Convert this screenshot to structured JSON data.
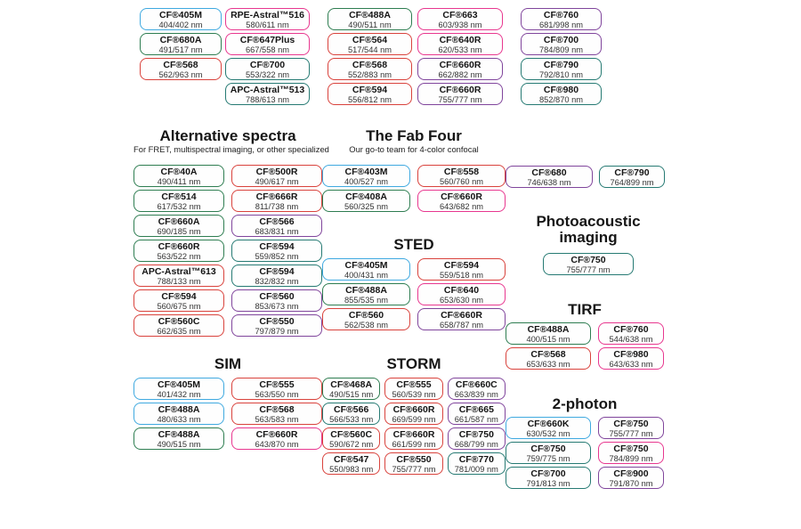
{
  "colors": {
    "blue": "#3fa9e0",
    "green": "#2e7d51",
    "teal": "#267a73",
    "red": "#d9423c",
    "pink": "#e8378f",
    "purple": "#80459c"
  },
  "sections": {
    "alt": {
      "title": "Alternative spectra",
      "subtitle": "For FRET, multispectral imaging, or other specialized"
    },
    "fabfour": {
      "title": "The Fab Four",
      "subtitle": "Our go-to team for 4-color confocal"
    },
    "sted": {
      "title": "STED"
    },
    "sim": {
      "title": "SIM"
    },
    "storm": {
      "title": "STORM"
    },
    "photo": {
      "title": "Photoacoustic imaging"
    },
    "tirf": {
      "title": "TIRF"
    },
    "twophoton": {
      "title": "2-photon"
    }
  },
  "groups": {
    "top_a": [
      {
        "name": "CF®405M",
        "value": "404/402 nm",
        "color": "blue"
      },
      {
        "name": "CF®680A",
        "value": "491/517 nm",
        "color": "green"
      },
      {
        "name": "CF®568",
        "value": "562/963 nm",
        "color": "red"
      }
    ],
    "top_b": [
      {
        "name": "RPE-Astral™516",
        "value": "580/611 nm",
        "color": "pink"
      },
      {
        "name": "CF®647Plus",
        "value": "667/558 nm",
        "color": "pink"
      },
      {
        "name": "CF®700",
        "value": "553/322 nm",
        "color": "teal"
      },
      {
        "name": "APC-Astral™513",
        "value": "788/613 nm",
        "color": "teal"
      }
    ],
    "top_c": [
      {
        "name": "CF®488A",
        "value": "490/511 nm",
        "color": "green"
      },
      {
        "name": "CF®564",
        "value": "517/544 nm",
        "color": "red"
      },
      {
        "name": "CF®568",
        "value": "552/883 nm",
        "color": "red"
      },
      {
        "name": "CF®594",
        "value": "556/812 nm",
        "color": "red"
      }
    ],
    "top_d": [
      {
        "name": "CF®663",
        "value": "603/938 nm",
        "color": "pink"
      },
      {
        "name": "CF®640R",
        "value": "620/533 nm",
        "color": "pink"
      },
      {
        "name": "CF®660R",
        "value": "662/882 nm",
        "color": "purple"
      },
      {
        "name": "CF®660R",
        "value": "755/777 nm",
        "color": "purple"
      }
    ],
    "top_e": [
      {
        "name": "CF®760",
        "value": "681/998 nm",
        "color": "purple"
      },
      {
        "name": "CF®700",
        "value": "784/809 nm",
        "color": "purple"
      },
      {
        "name": "CF®790",
        "value": "792/810 nm",
        "color": "teal"
      },
      {
        "name": "CF®980",
        "value": "852/870 nm",
        "color": "teal"
      }
    ],
    "alt": [
      {
        "name": "CF®40A",
        "value": "490/411 nm",
        "color": "green"
      },
      {
        "name": "CF®500R",
        "value": "490/617 nm",
        "color": "red"
      },
      {
        "name": "CF®514",
        "value": "617/532 nm",
        "color": "green"
      },
      {
        "name": "CF®666R",
        "value": "811/738 nm",
        "color": "red"
      },
      {
        "name": "CF®660A",
        "value": "690/185 nm",
        "color": "green"
      },
      {
        "name": "CF®566",
        "value": "683/831 nm",
        "color": "purple"
      },
      {
        "name": "CF®660R",
        "value": "563/522 nm",
        "color": "green"
      },
      {
        "name": "CF®594",
        "value": "559/852 nm",
        "color": "teal"
      },
      {
        "name": "APC-Astral™613",
        "value": "788/133 nm",
        "color": "red"
      },
      {
        "name": "CF®594",
        "value": "832/832 nm",
        "color": "teal"
      },
      {
        "name": "CF®594",
        "value": "560/675 nm",
        "color": "red"
      },
      {
        "name": "CF®560",
        "value": "853/673 nm",
        "color": "purple"
      },
      {
        "name": "CF®560C",
        "value": "662/635 nm",
        "color": "red"
      },
      {
        "name": "CF®550",
        "value": "797/879 nm",
        "color": "purple"
      }
    ],
    "fabfour": [
      {
        "name": "CF®403M",
        "value": "400/527 nm",
        "color": "blue"
      },
      {
        "name": "CF®558",
        "value": "560/760 nm",
        "color": "red"
      },
      {
        "name": "CF®408A",
        "value": "560/325 nm",
        "color": "green"
      },
      {
        "name": "CF®660R",
        "value": "643/682 nm",
        "color": "pink"
      }
    ],
    "sted": [
      {
        "name": "CF®405M",
        "value": "400/431 nm",
        "color": "blue"
      },
      {
        "name": "CF®594",
        "value": "559/518 nm",
        "color": "red"
      },
      {
        "name": "CF®488A",
        "value": "855/535 nm",
        "color": "green"
      },
      {
        "name": "CF®640",
        "value": "653/630 nm",
        "color": "pink"
      },
      {
        "name": "CF®560",
        "value": "562/538 nm",
        "color": "red"
      },
      {
        "name": "CF®660R",
        "value": "658/787 nm",
        "color": "purple"
      }
    ],
    "sim": [
      {
        "name": "CF®405M",
        "value": "401/432 nm",
        "color": "blue"
      },
      {
        "name": "CF®555",
        "value": "563/550 nm",
        "color": "red"
      },
      {
        "name": "CF®488A",
        "value": "480/633 nm",
        "color": "blue"
      },
      {
        "name": "CF®568",
        "value": "563/583 nm",
        "color": "red"
      },
      {
        "name": "CF®488A",
        "value": "490/515 nm",
        "color": "green"
      },
      {
        "name": "CF®660R",
        "value": "643/870 nm",
        "color": "pink"
      }
    ],
    "storm": [
      {
        "name": "CF®468A",
        "value": "490/515 nm",
        "color": "green"
      },
      {
        "name": "CF®555",
        "value": "560/539 nm",
        "color": "red"
      },
      {
        "name": "CF®660C",
        "value": "663/839 nm",
        "color": "purple"
      },
      {
        "name": "CF®566",
        "value": "566/533 nm",
        "color": "teal"
      },
      {
        "name": "CF®660R",
        "value": "669/599 nm",
        "color": "red"
      },
      {
        "name": "CF®665",
        "value": "661/587 nm",
        "color": "purple"
      },
      {
        "name": "CF®560C",
        "value": "590/672 nm",
        "color": "red"
      },
      {
        "name": "CF®660R",
        "value": "661/599 nm",
        "color": "red"
      },
      {
        "name": "CF®750",
        "value": "668/799 nm",
        "color": "purple"
      },
      {
        "name": "CF®547",
        "value": "550/983 nm",
        "color": "red"
      },
      {
        "name": "CF®550",
        "value": "755/777 nm",
        "color": "red"
      },
      {
        "name": "CF®770",
        "value": "781/009 nm",
        "color": "teal"
      }
    ],
    "pair": [
      {
        "name": "CF®680",
        "value": "746/638 nm",
        "color": "purple"
      },
      {
        "name": "CF®790",
        "value": "764/899 nm",
        "color": "teal"
      }
    ],
    "photo": [
      {
        "name": "CF®750",
        "value": "755/777 nm",
        "color": "teal"
      }
    ],
    "tirf": [
      {
        "name": "CF®488A",
        "value": "400/515 nm",
        "color": "green"
      },
      {
        "name": "CF®760",
        "value": "544/638 nm",
        "color": "pink"
      },
      {
        "name": "CF®568",
        "value": "653/633 nm",
        "color": "red"
      },
      {
        "name": "CF®980",
        "value": "643/633 nm",
        "color": "pink"
      }
    ],
    "twophoton": [
      {
        "name": "CF®660K",
        "value": "630/532 nm",
        "color": "blue"
      },
      {
        "name": "CF®750",
        "value": "755/777 nm",
        "color": "purple"
      },
      {
        "name": "CF®750",
        "value": "759/775 nm",
        "color": "teal"
      },
      {
        "name": "CF®750",
        "value": "784/899 nm",
        "color": "pink"
      },
      {
        "name": "CF®700",
        "value": "791/813 nm",
        "color": "teal"
      },
      {
        "name": "CF®900",
        "value": "791/870 nm",
        "color": "purple"
      }
    ]
  }
}
